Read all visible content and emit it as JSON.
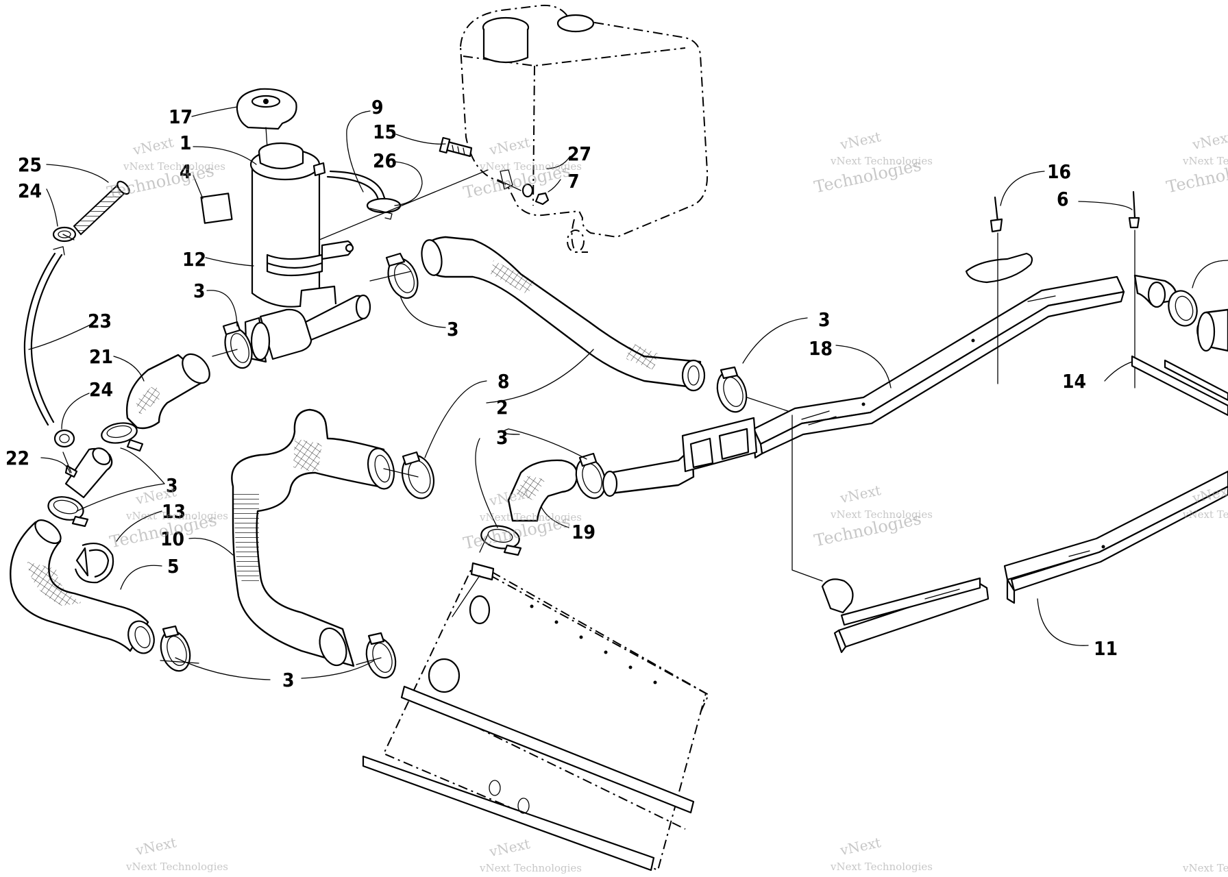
{
  "callouts": [
    {
      "id": "c17",
      "text": "17"
    },
    {
      "id": "c9",
      "text": "9"
    },
    {
      "id": "c1",
      "text": "1"
    },
    {
      "id": "c4",
      "text": "4"
    },
    {
      "id": "c15",
      "text": "15"
    },
    {
      "id": "c26",
      "text": "26"
    },
    {
      "id": "c27",
      "text": "27"
    },
    {
      "id": "c7",
      "text": "7"
    },
    {
      "id": "c25",
      "text": "25"
    },
    {
      "id": "c24a",
      "text": "24"
    },
    {
      "id": "c12",
      "text": "12"
    },
    {
      "id": "c3a",
      "text": "3"
    },
    {
      "id": "c3b",
      "text": "3"
    },
    {
      "id": "c23",
      "text": "23"
    },
    {
      "id": "c21",
      "text": "21"
    },
    {
      "id": "c24b",
      "text": "24"
    },
    {
      "id": "c22",
      "text": "22"
    },
    {
      "id": "c3c",
      "text": "3"
    },
    {
      "id": "c13",
      "text": "13"
    },
    {
      "id": "c10",
      "text": "10"
    },
    {
      "id": "c5",
      "text": "5"
    },
    {
      "id": "c3d",
      "text": "3"
    },
    {
      "id": "c8",
      "text": "8"
    },
    {
      "id": "c2",
      "text": "2"
    },
    {
      "id": "c3e",
      "text": "3"
    },
    {
      "id": "c19",
      "text": "19"
    },
    {
      "id": "c3f",
      "text": "3"
    },
    {
      "id": "c18",
      "text": "18"
    },
    {
      "id": "c16",
      "text": "16"
    },
    {
      "id": "c6",
      "text": "6"
    },
    {
      "id": "c14",
      "text": "14"
    },
    {
      "id": "c11",
      "text": "11"
    }
  ],
  "watermark": {
    "line1": "vNext Technologies",
    "line2": "vNext",
    "line3": "Technologies"
  }
}
